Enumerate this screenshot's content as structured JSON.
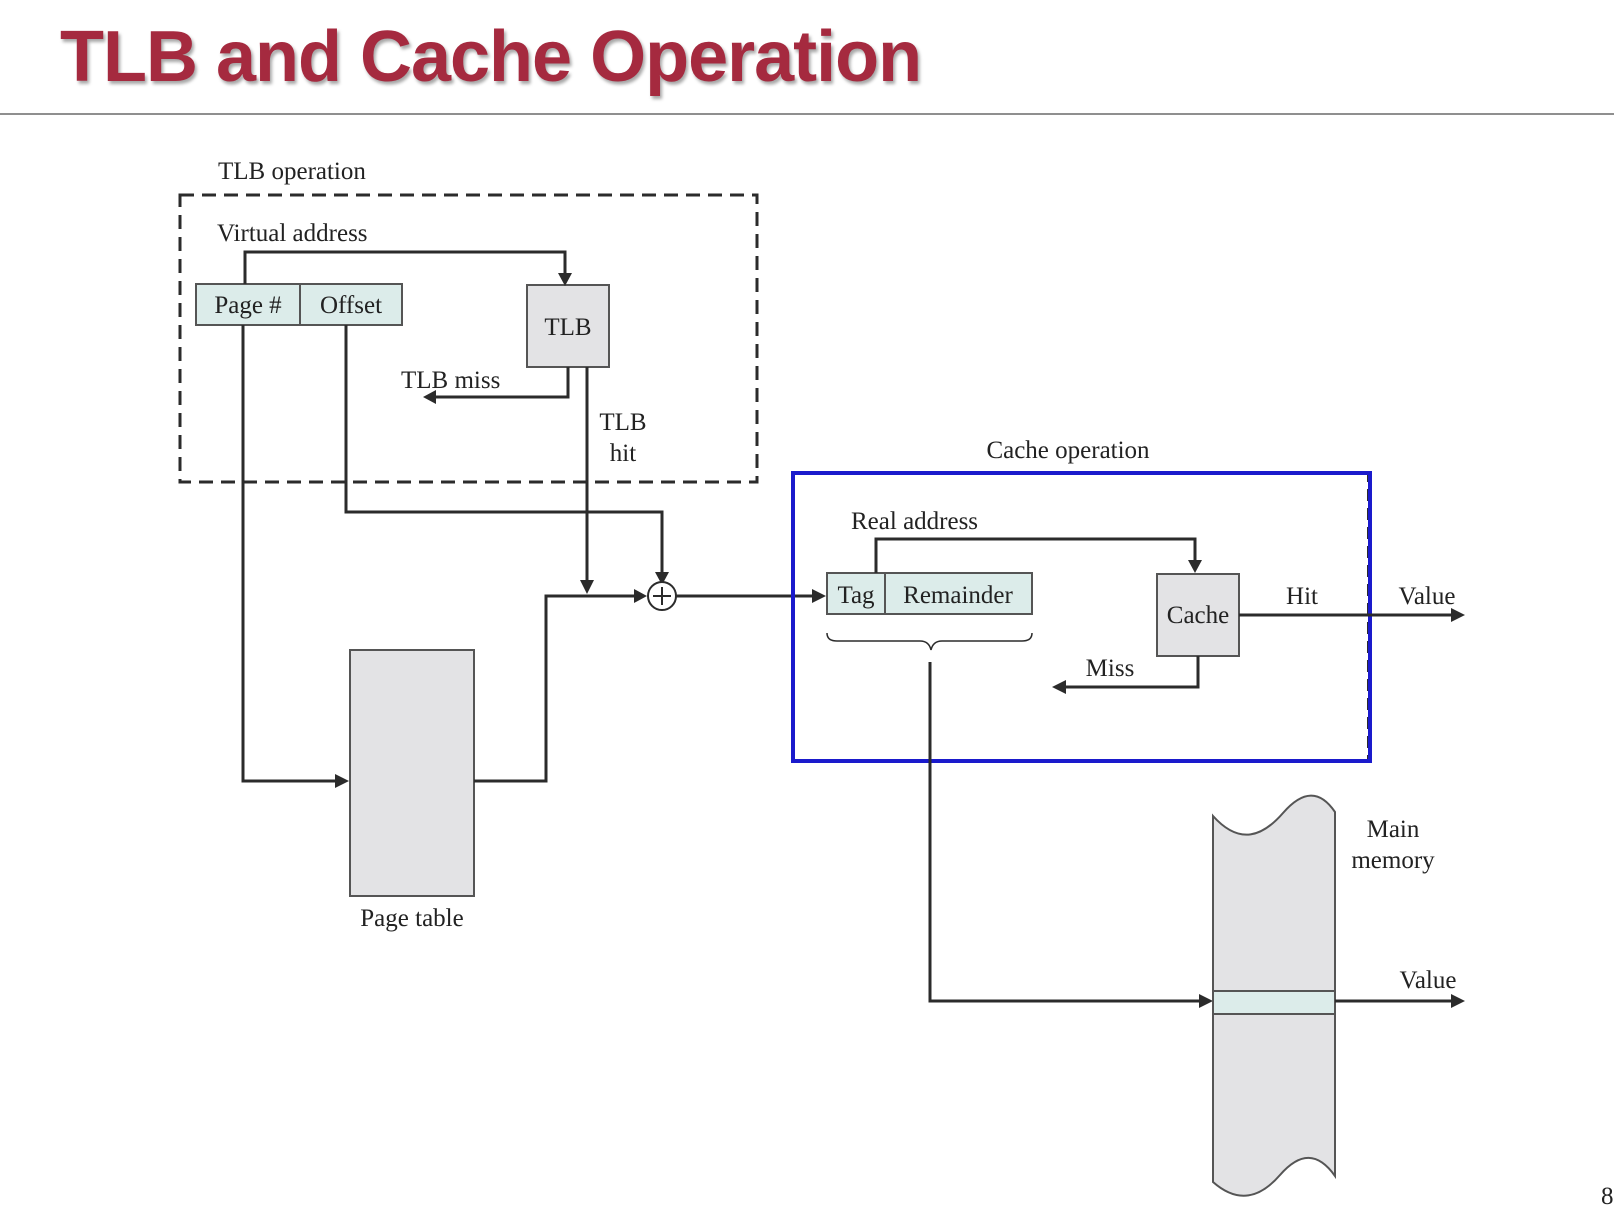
{
  "title": "TLB and Cache Operation",
  "page_number": "8",
  "colors": {
    "title": "#a52a3f",
    "highlight_box": "#1a1acc",
    "field_fill": "#dcecea",
    "box_fill": "#e3e3e5"
  },
  "diagram": {
    "tlb_section": {
      "label": "TLB operation",
      "virtual_address_label": "Virtual address",
      "fields": [
        "Page #",
        "Offset"
      ],
      "tlb_box": "TLB",
      "tlb_miss": "TLB miss",
      "tlb_hit": [
        "TLB",
        "hit"
      ]
    },
    "page_table": {
      "label": "Page table"
    },
    "cache_section": {
      "label": "Cache operation",
      "real_address_label": "Real address",
      "fields": [
        "Tag",
        "Remainder"
      ],
      "cache_box": "Cache",
      "hit": "Hit",
      "miss": "Miss",
      "value": "Value"
    },
    "main_memory": {
      "label": [
        "Main",
        "memory"
      ],
      "value": "Value"
    }
  }
}
